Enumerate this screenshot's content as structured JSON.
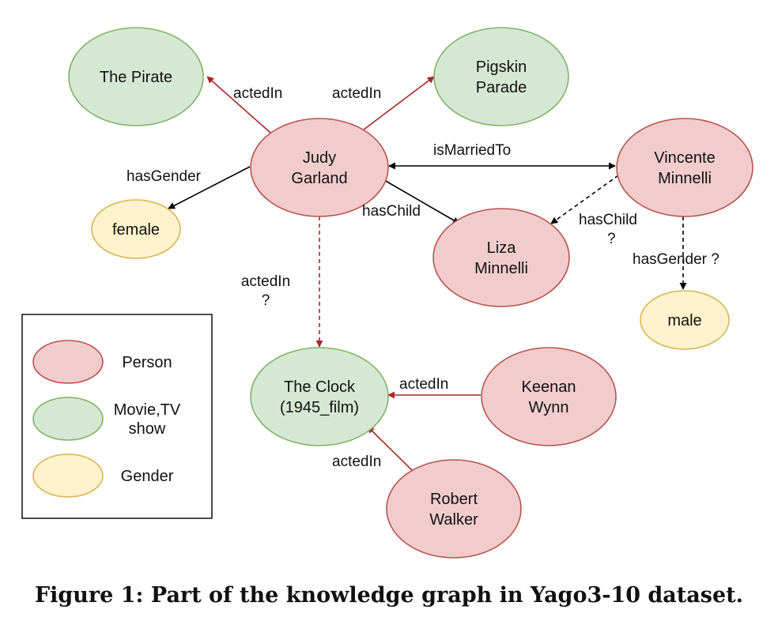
{
  "legend": [
    {
      "type": "person",
      "label": "Person"
    },
    {
      "type": "movie",
      "label": "Movie,TV show"
    },
    {
      "type": "gender",
      "label": "Gender"
    }
  ],
  "nodes": [
    {
      "id": "the-pirate",
      "type": "movie",
      "label": "The Pirate"
    },
    {
      "id": "pigskin-parade",
      "type": "movie",
      "label": "Pigskin Parade"
    },
    {
      "id": "judy-garland",
      "type": "person",
      "label": "Judy Garland"
    },
    {
      "id": "vincente-minnelli",
      "type": "person",
      "label": "Vincente Minnelli"
    },
    {
      "id": "female",
      "type": "gender",
      "label": "female"
    },
    {
      "id": "liza-minnelli",
      "type": "person",
      "label": "Liza Minnelli"
    },
    {
      "id": "male",
      "type": "gender",
      "label": "male"
    },
    {
      "id": "the-clock",
      "type": "movie",
      "label": "The Clock (1945_film)"
    },
    {
      "id": "keenan-wynn",
      "type": "person",
      "label": "Keenan Wynn"
    },
    {
      "id": "robert-walker",
      "type": "person",
      "label": "Robert Walker"
    }
  ],
  "edges": [
    {
      "id": "e1",
      "from": "judy-garland",
      "to": "the-pirate",
      "label": "actedIn",
      "inferred": false
    },
    {
      "id": "e2",
      "from": "judy-garland",
      "to": "pigskin-parade",
      "label": "actedIn",
      "inferred": false
    },
    {
      "id": "e3",
      "from": "judy-garland",
      "to": "female",
      "label": "hasGender",
      "inferred": false
    },
    {
      "id": "e4",
      "from": "judy-garland",
      "to": "vincente-minnelli",
      "label": "isMarriedTo",
      "inferred": false,
      "bidirectional": true
    },
    {
      "id": "e5",
      "from": "judy-garland",
      "to": "liza-minnelli",
      "label": "hasChild",
      "inferred": false
    },
    {
      "id": "e6",
      "from": "vincente-minnelli",
      "to": "liza-minnelli",
      "label": "hasChild ?",
      "inferred": true
    },
    {
      "id": "e7",
      "from": "vincente-minnelli",
      "to": "male",
      "label": "hasGender ?",
      "inferred": true
    },
    {
      "id": "e8",
      "from": "judy-garland",
      "to": "the-clock",
      "label": "actedIn ?",
      "inferred": true
    },
    {
      "id": "e9",
      "from": "keenan-wynn",
      "to": "the-clock",
      "label": "actedIn",
      "inferred": false
    },
    {
      "id": "e10",
      "from": "robert-walker",
      "to": "the-clock",
      "label": "actedIn",
      "inferred": false
    }
  ],
  "styles": {
    "person": {
      "fill": "#f2cccc",
      "stroke": "#b85450"
    },
    "movie": {
      "fill": "#d5e8d4",
      "stroke": "#82b366"
    },
    "gender": {
      "fill": "#fff2cc",
      "stroke": "#d6b656"
    },
    "acted_edge": "#a52a2a",
    "black_edge": "#000000"
  },
  "caption": "Figure 1: Part of the knowledge graph in Yago3-10 dataset."
}
